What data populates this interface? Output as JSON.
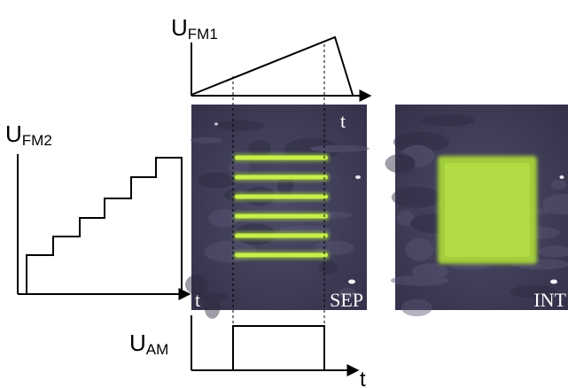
{
  "labels": {
    "u_fm1": {
      "main": "U",
      "sub": "FM1"
    },
    "u_fm2": {
      "main": "U",
      "sub": "FM2"
    },
    "u_am": {
      "main": "U",
      "sub": "AM"
    },
    "t_top_right": "t",
    "t_left_bottom": "t",
    "t_bottom_axis": "t"
  },
  "panels": {
    "sep": {
      "label": "SEP",
      "stripe_count": 6
    },
    "int": {
      "label": "INT"
    }
  },
  "colors": {
    "line": "#000000",
    "photo_dark": "#3a3852",
    "photo_mid": "#4d4a66",
    "stripe": "#c8ef4a",
    "stripe_glow": "#9fd23a",
    "block": "#a8d63a",
    "block_edge": "#8fbf38",
    "panel_text": "#ffffff"
  }
}
